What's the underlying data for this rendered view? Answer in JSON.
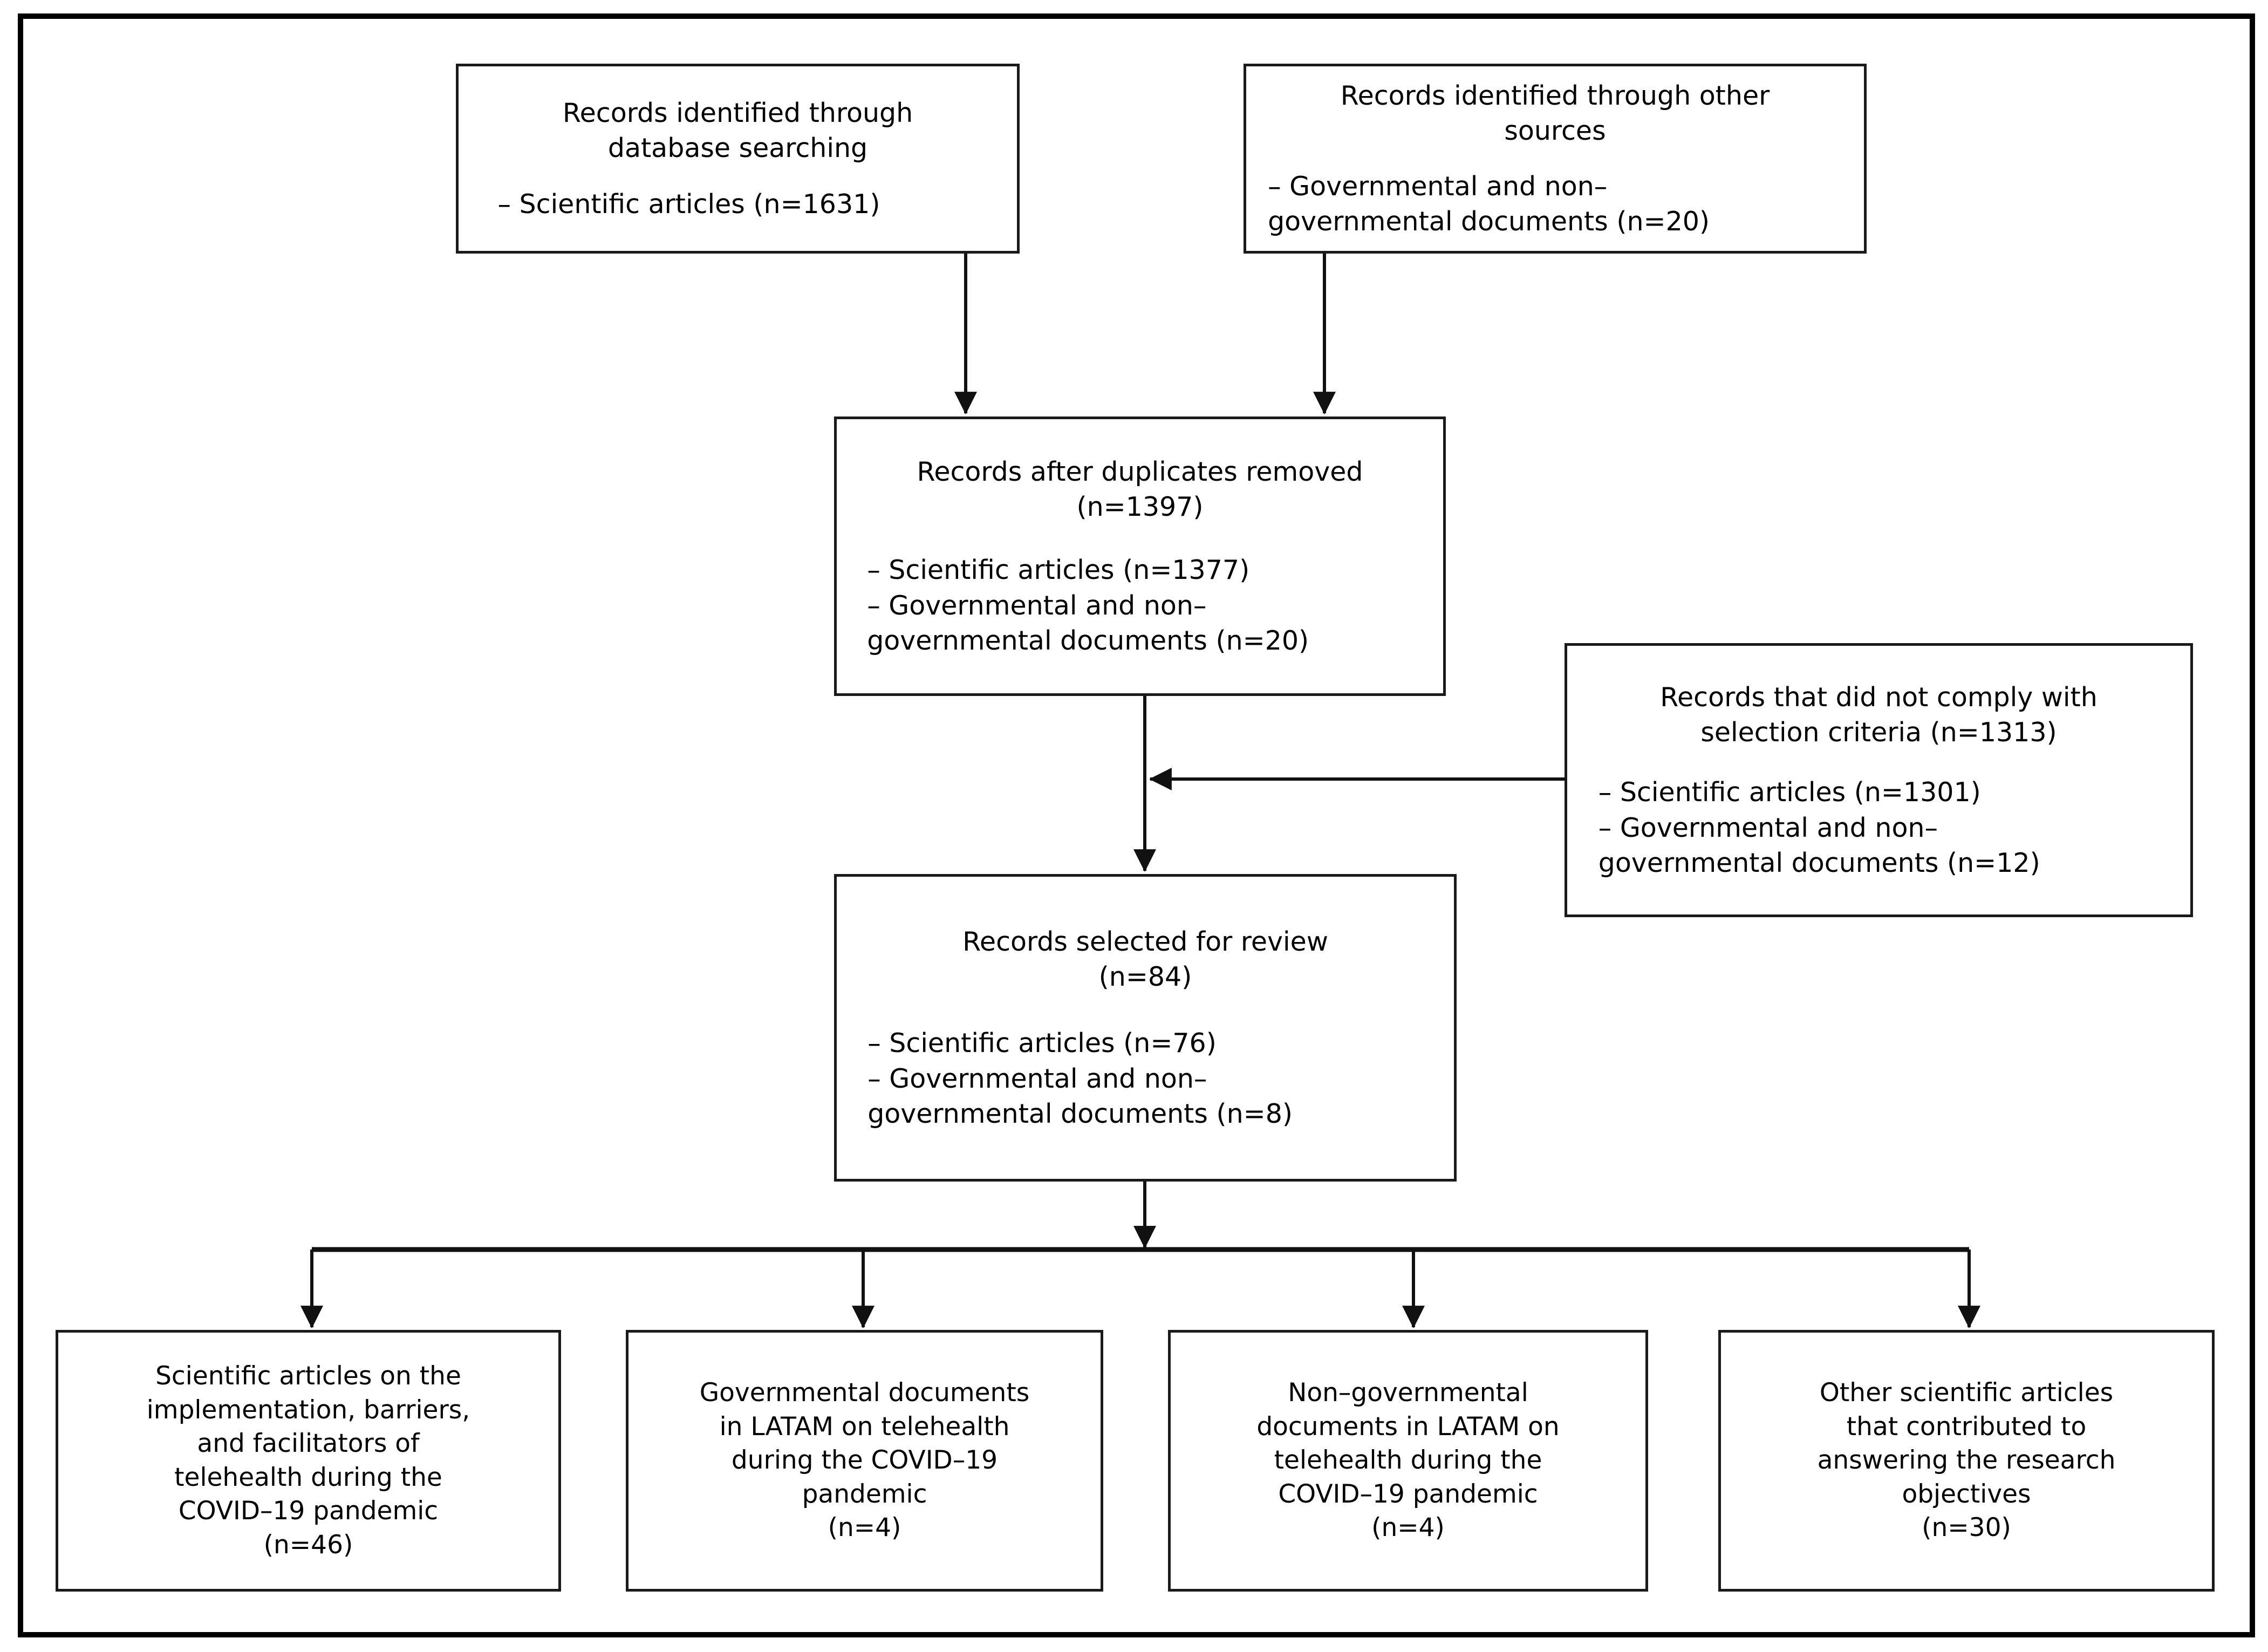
{
  "diagram": {
    "type": "prisma-flow-diagram",
    "title": "PRISMA records selection flow",
    "colors": {
      "box_border": "#1a1a1a",
      "frame": "#000000",
      "background": "#ffffff",
      "text": "#000000"
    }
  },
  "boxes": {
    "identified_database": {
      "head_l1": "Records identified through",
      "head_l2": "database searching",
      "item1": "– Scientific articles (n=1631)"
    },
    "identified_other": {
      "head_l1": "Records identified through other",
      "head_l2": "sources",
      "item1_l1": "– Governmental and non–",
      "item1_l2": "governmental documents (n=20)"
    },
    "after_duplicates": {
      "head_l1": "Records after duplicates removed",
      "head_l2": "(n=1397)",
      "item1": "– Scientific articles (n=1377)",
      "item2_l1": "– Governmental and non–",
      "item2_l2": "governmental documents (n=20)"
    },
    "not_comply": {
      "head_l1": "Records that did not comply with",
      "head_l2": "selection criteria (n=1313)",
      "item1": "– Scientific articles (n=1301)",
      "item2_l1": "– Governmental and non–",
      "item2_l2": "governmental documents (n=12)"
    },
    "selected_review": {
      "head_l1": "Records selected for review",
      "head_l2": "(n=84)",
      "item1": "– Scientific articles (n=76)",
      "item2_l1": "– Governmental and non–",
      "item2_l2": "governmental documents (n=8)"
    }
  },
  "outcomes": [
    {
      "key": "scientific-articles-implementation",
      "lines": [
        "Scientific articles on the",
        "implementation, barriers,",
        "and facilitators of",
        "telehealth during the",
        "COVID–19 pandemic",
        "(n=46)"
      ],
      "count": 46
    },
    {
      "key": "governmental-documents-latam",
      "lines": [
        "Governmental documents",
        "in LATAM on telehealth",
        "during the COVID–19",
        "pandemic",
        "(n=4)"
      ],
      "count": 4
    },
    {
      "key": "non-governmental-documents-latam",
      "lines": [
        "Non–governmental",
        "documents in LATAM on",
        "telehealth during the",
        "COVID–19 pandemic",
        "(n=4)"
      ],
      "count": 4
    },
    {
      "key": "other-scientific-articles",
      "lines": [
        "Other scientific articles",
        "that contributed to",
        "answering the research",
        "objectives",
        "(n=30)"
      ],
      "count": 30
    }
  ],
  "chart_data": {
    "type": "diagram",
    "title": "PRISMA flow of record identification, screening and selection",
    "nodes": [
      {
        "id": "identified_database",
        "label": "Records identified through database searching",
        "scientific_articles": 1631,
        "total": 1631
      },
      {
        "id": "identified_other",
        "label": "Records identified through other sources",
        "gov_and_nongov_documents": 20,
        "total": 20
      },
      {
        "id": "after_duplicates",
        "label": "Records after duplicates removed",
        "total": 1397,
        "scientific_articles": 1377,
        "gov_and_nongov_documents": 20
      },
      {
        "id": "not_comply",
        "label": "Records that did not comply with selection criteria",
        "total": 1313,
        "scientific_articles": 1301,
        "gov_and_nongov_documents": 12
      },
      {
        "id": "selected_review",
        "label": "Records selected for review",
        "total": 84,
        "scientific_articles": 76,
        "gov_and_nongov_documents": 8
      },
      {
        "id": "out_scientific_impl",
        "label": "Scientific articles on the implementation, barriers, and facilitators of telehealth during the COVID-19 pandemic",
        "total": 46
      },
      {
        "id": "out_gov_latam",
        "label": "Governmental documents in LATAM on telehealth during the COVID-19 pandemic",
        "total": 4
      },
      {
        "id": "out_nongov_latam",
        "label": "Non-governmental documents in LATAM on telehealth during the COVID-19 pandemic",
        "total": 4
      },
      {
        "id": "out_other_articles",
        "label": "Other scientific articles that contributed to answering the research objectives",
        "total": 30
      }
    ],
    "edges": [
      {
        "from": "identified_database",
        "to": "after_duplicates",
        "direction": "down"
      },
      {
        "from": "identified_other",
        "to": "after_duplicates",
        "direction": "down"
      },
      {
        "from": "after_duplicates",
        "to": "selected_review",
        "direction": "down"
      },
      {
        "from": "not_comply",
        "to": "after_duplicates_to_selected_link",
        "direction": "left"
      },
      {
        "from": "selected_review",
        "to": "out_scientific_impl",
        "direction": "down"
      },
      {
        "from": "selected_review",
        "to": "out_gov_latam",
        "direction": "down"
      },
      {
        "from": "selected_review",
        "to": "out_nongov_latam",
        "direction": "down"
      },
      {
        "from": "selected_review",
        "to": "out_other_articles",
        "direction": "down"
      }
    ]
  }
}
